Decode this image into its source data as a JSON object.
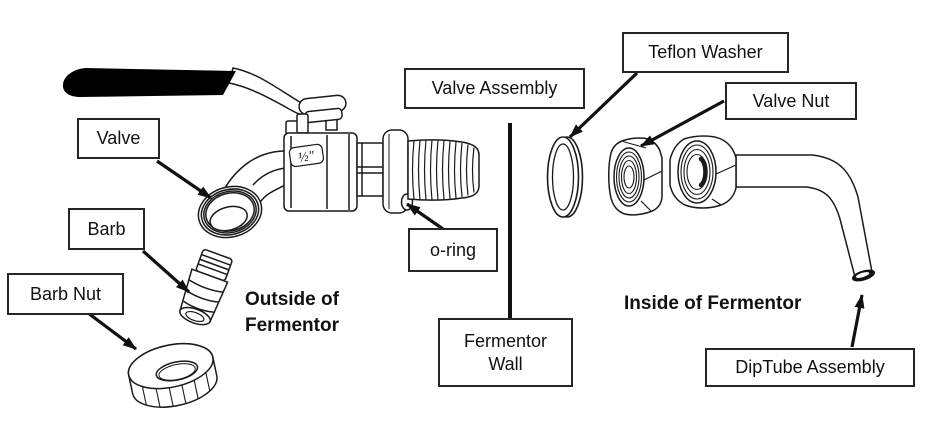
{
  "diagram": {
    "labels": {
      "valve": "Valve",
      "barb": "Barb",
      "barb_nut": "Barb Nut",
      "valve_assembly": "Valve Assembly",
      "teflon_washer": "Teflon Washer",
      "valve_nut": "Valve Nut",
      "o_ring": "o-ring",
      "fermentor_wall": "Fermentor\nWall",
      "diptube_assembly": "DipTube Assembly"
    },
    "annotations": {
      "outside": "Outside of\nFermentor",
      "inside": "Inside of Fermentor",
      "valve_size_marking": "½\""
    },
    "colors": {
      "line": "#1a1a1a",
      "handle_fill": "#000000",
      "background": "#ffffff"
    }
  }
}
